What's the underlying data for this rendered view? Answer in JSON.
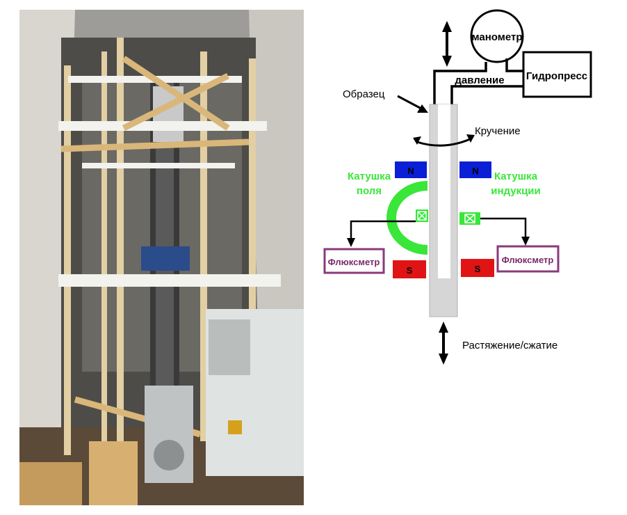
{
  "photo": {
    "description_icon": "laboratory-apparatus-photo"
  },
  "diagram": {
    "manometer": "манометр",
    "hydropress": "Гидропресс",
    "pressure": "давление",
    "specimen": "Образец",
    "torsion": "Кручение",
    "field_coil": [
      "Катушка",
      "поля"
    ],
    "induction_coil": [
      "Катушка",
      "индукции"
    ],
    "pole_n": "N",
    "pole_s": "S",
    "fluxmeter": "Флюксметр",
    "tension": "Растяжение/сжатие"
  },
  "colors": {
    "coil_green": "#39e639",
    "pole_n": "#0a1fd6",
    "pole_s": "#e01414",
    "fluxmeter_border": "#8a3a7a",
    "fluxmeter_text": "#7a2a6a"
  }
}
